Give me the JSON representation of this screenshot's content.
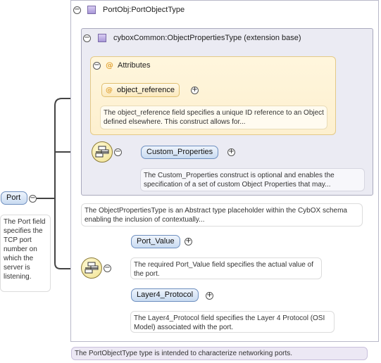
{
  "root": {
    "element_name": "Port",
    "doc": "The Port field specifies the TCP port number on which the server is listening."
  },
  "type": {
    "label": "PortObj:PortObjectType",
    "doc": "The PortObjectType type is intended to characterize networking ports."
  },
  "extension": {
    "label": "cyboxCommon:ObjectPropertiesType (extension base)",
    "doc": "The ObjectPropertiesType is an Abstract type placeholder within the CybOX schema enabling the inclusion of contextually...",
    "attributes": {
      "label": "Attributes",
      "items": [
        {
          "name": "object_reference",
          "doc": "The object_reference field specifies a unique ID reference to an Object defined elsewhere. This construct allows for..."
        }
      ]
    },
    "children": [
      {
        "name": "Custom_Properties",
        "doc": "The Custom_Properties construct is optional and enables the specification of a set of custom Object Properties that may..."
      }
    ]
  },
  "sequence": [
    {
      "name": "Port_Value",
      "doc": "The required Port_Value field specifies the actual value of the port."
    },
    {
      "name": "Layer4_Protocol",
      "doc": "The Layer4_Protocol field specifies the Layer 4 Protocol (OSI Model) associated with the port."
    }
  ],
  "icons": {
    "collapse": "minus-circle-icon",
    "expand": "plus-circle-icon",
    "complex_type": "complex-type-icon",
    "attribute": "attribute-at-icon",
    "sequence": "sequence-compositor-icon"
  },
  "colors": {
    "element_fill": "#c9dbf1",
    "element_border": "#6e8fbf",
    "attribute_fill": "#fdf0cf",
    "attribute_border": "#e4c987",
    "type_icon": "#a998d8",
    "ext_box": "#ebebf3"
  }
}
